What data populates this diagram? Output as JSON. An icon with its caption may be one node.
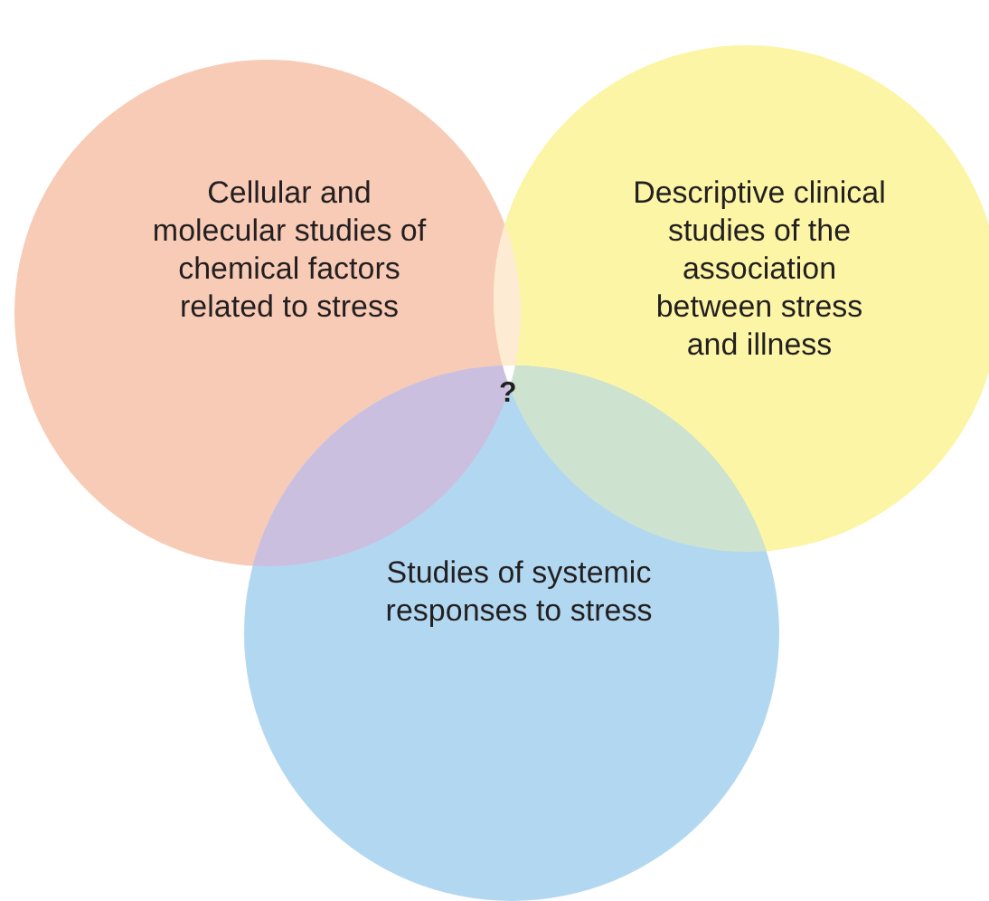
{
  "diagram": {
    "nodes": [
      {
        "text": [
          "Cellular and molecular studies of chemical factors related to stress"
        ]
      },
      {
        "text": [
          "Descriptive clinical studies of the association between stress and illness"
        ]
      },
      {
        "text": [
          "Studies of systemic responses to stress"
        ]
      }
    ],
    "edges": [],
    "labels": [
      "?"
    ]
  }
}
